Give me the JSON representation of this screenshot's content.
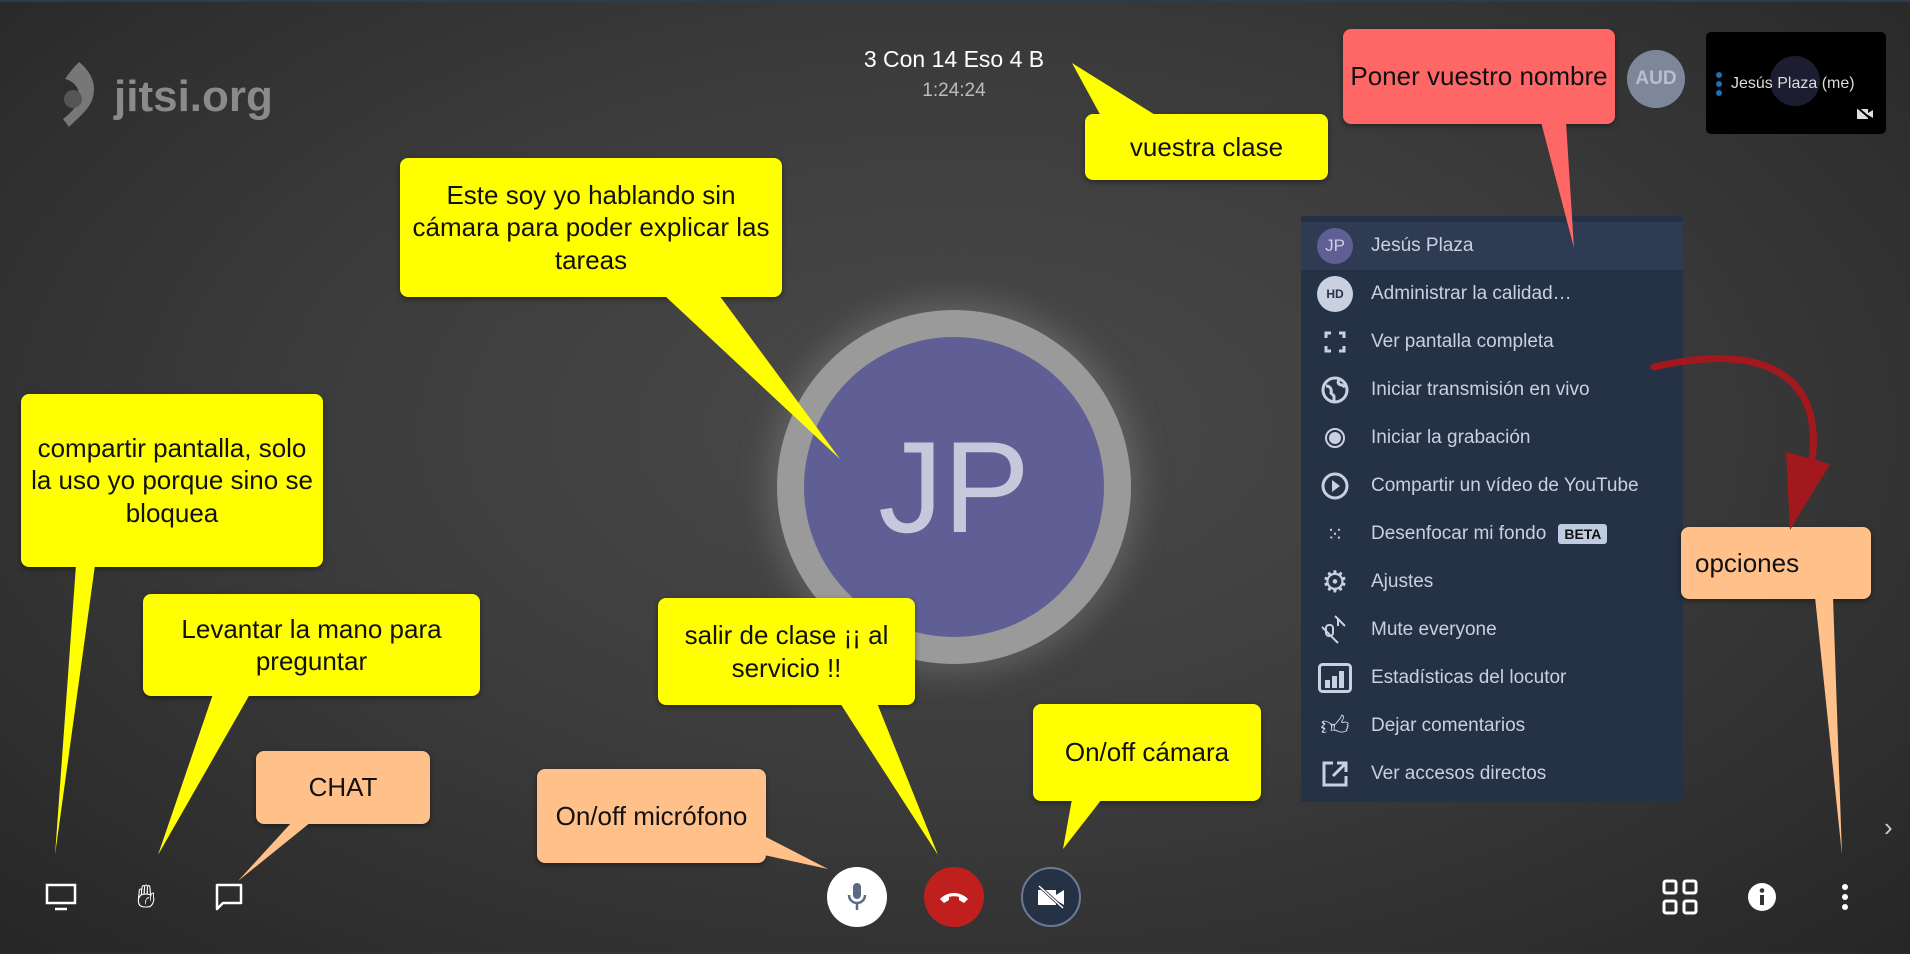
{
  "logo": {
    "text": "jitsi.org"
  },
  "meeting": {
    "title": "3 Con 14 Eso 4 B",
    "timer": "1:24:24"
  },
  "participants": {
    "audio_badge": "AUD",
    "self_tile_name": "Jesús Plaza (me)",
    "self_initials": "JP"
  },
  "main_avatar": {
    "initials": "JP"
  },
  "menu": {
    "items": [
      {
        "icon": "avatar-icon",
        "label": "Jesús Plaza"
      },
      {
        "icon": "hd-icon",
        "label": "Administrar la calidad…"
      },
      {
        "icon": "fullscreen-icon",
        "label": "Ver pantalla completa"
      },
      {
        "icon": "globe-icon",
        "label": "Iniciar transmisión en vivo"
      },
      {
        "icon": "record-icon",
        "label": "Iniciar la grabación"
      },
      {
        "icon": "play-icon",
        "label": "Compartir un vídeo de YouTube"
      },
      {
        "icon": "blur-icon",
        "label": "Desenfocar mi fondo",
        "badge": "BETA"
      },
      {
        "icon": "gear-icon",
        "label": "Ajustes"
      },
      {
        "icon": "mute-everyone-icon",
        "label": "Mute everyone"
      },
      {
        "icon": "stats-icon",
        "label": "Estadísticas del locutor"
      },
      {
        "icon": "thumbs-up-icon",
        "label": "Dejar comentarios"
      },
      {
        "icon": "external-link-icon",
        "label": "Ver accesos directos"
      }
    ]
  },
  "menu_avatar_initials": "JP",
  "menu_hd": "HD",
  "annotations": {
    "class": "vuestra clase",
    "name": "Poner vuestro nombre",
    "me": "Este soy yo hablando sin cámara para poder explicar las tareas",
    "share": "compartir pantalla, solo la uso yo porque sino se bloquea",
    "hand": "Levantar la mano para preguntar",
    "chat": "CHAT",
    "mic": "On/off micrófono",
    "leave": "salir de clase ¡¡ al servicio !!",
    "camera": "On/off cámara",
    "options": "opciones"
  },
  "colors": {
    "yellow": "#ffff00",
    "red": "#ff6666",
    "peach": "#ffc08a",
    "hangup": "#c0201d",
    "menu_bg": "#253144"
  }
}
